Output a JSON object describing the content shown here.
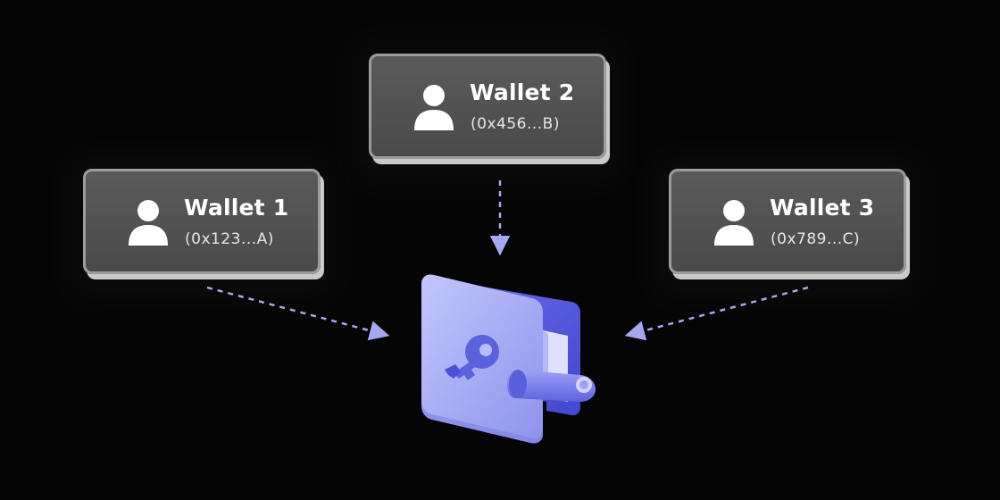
{
  "accent_color": "#a5a8f0",
  "wallets": [
    {
      "name": "Wallet 1",
      "address": "(0x123...A)",
      "icon": "user-icon"
    },
    {
      "name": "Wallet 2",
      "address": "(0x456...B)",
      "icon": "user-icon"
    },
    {
      "name": "Wallet 3",
      "address": "(0x789...C)",
      "icon": "user-icon"
    }
  ],
  "center_icon": "wallet-key-icon"
}
